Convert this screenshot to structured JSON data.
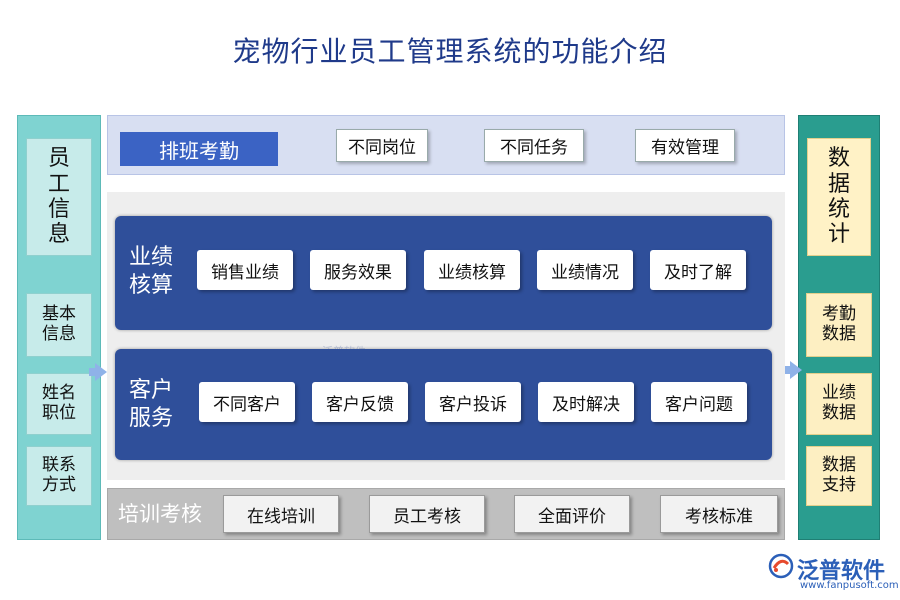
{
  "title": "宠物行业员工管理系统的功能介绍",
  "left": {
    "main": "员工信息",
    "items": [
      "基本信息",
      "姓名职位",
      "联系方式"
    ]
  },
  "right": {
    "main": "数据统计",
    "items": [
      "考勤数据",
      "业绩数据",
      "数据支持"
    ]
  },
  "top": {
    "label": "排班考勤",
    "items": [
      "不同岗位",
      "不同任务",
      "有效管理"
    ]
  },
  "performance": {
    "label": "业绩核算",
    "items": [
      "销售业绩",
      "服务效果",
      "业绩核算",
      "业绩情况",
      "及时了解"
    ]
  },
  "customer": {
    "label": "客户服务",
    "items": [
      "不同客户",
      "客户反馈",
      "客户投诉",
      "及时解决",
      "客户问题"
    ]
  },
  "training": {
    "label": "培训考核",
    "items": [
      "在线培训",
      "员工考核",
      "全面评价",
      "考核标准"
    ]
  },
  "watermark": "泛普软件",
  "logo": {
    "name": "泛普软件",
    "url": "www.fanpusoft.com",
    "icon": "fanpu-logo-icon"
  },
  "colors": {
    "title": "#1f3a8a",
    "left_column": "#7fd3d1",
    "right_column": "#2a9d8f",
    "top_band": "#d8dff2",
    "top_label": "#3b63c4",
    "panel": "#2f4f9a",
    "bottom_band": "#bfbfbf",
    "arrow": "#8fb2e8"
  }
}
